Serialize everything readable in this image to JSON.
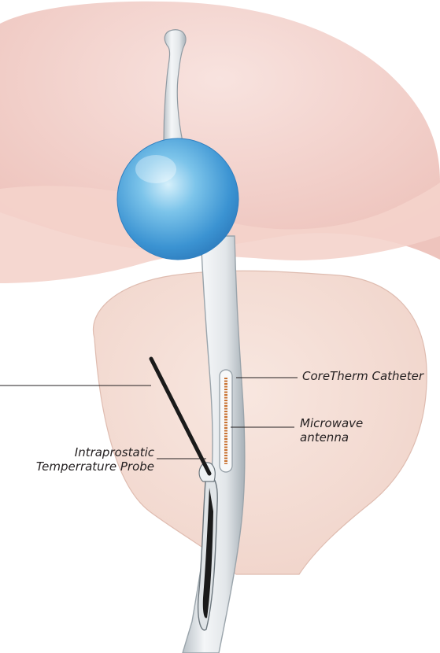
{
  "labels": {
    "catheter": "CoreTherm Catheter",
    "antenna_line1": "Microwave",
    "antenna_line2": "antenna",
    "probe_line1": "Intraprostatic",
    "probe_line2": "Temperrature Probe"
  },
  "colors": {
    "bladder": "#f1c9c3",
    "bladder_light": "#f6dcd6",
    "prostate": "#f3dcd4",
    "prostate_edge": "#dcb9ae",
    "balloon": "#4aa6dc",
    "balloon_highlight": "#bfe4f7",
    "catheter": "#e5e9ec",
    "catheter_edge": "#9aa4ab",
    "antenna": "#c9712f",
    "probe": "#1a1a1a",
    "leader_line": "#231f20"
  }
}
